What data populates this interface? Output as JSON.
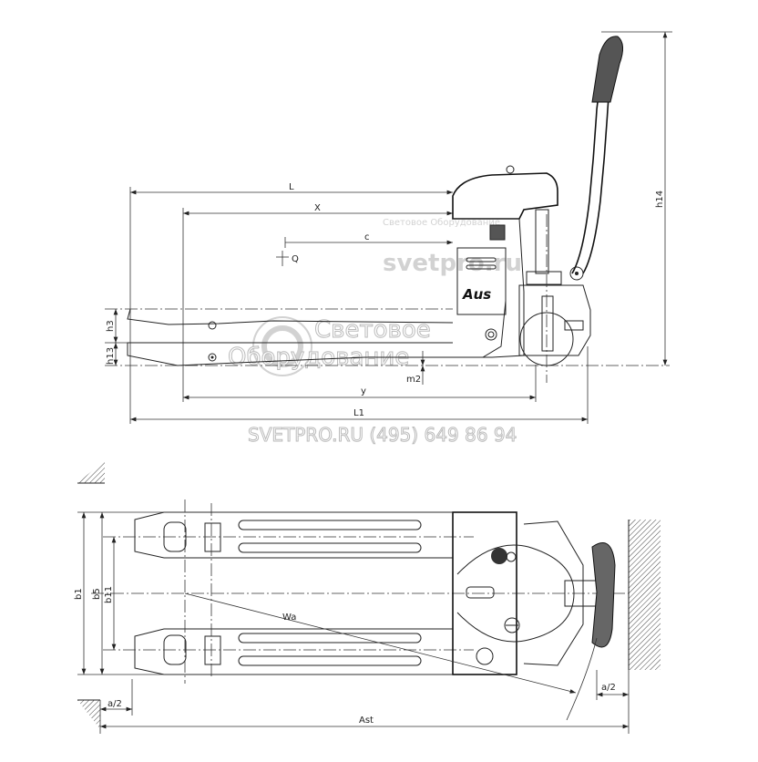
{
  "drawing": {
    "side_view": {
      "labels": {
        "L": "L",
        "X": "X",
        "c": "c",
        "Q": "Q",
        "h3": "h3",
        "h13": "h13",
        "m2": "m2",
        "y": "y",
        "L1": "L1",
        "h14": "h14"
      },
      "logo": "AUS"
    },
    "top_view": {
      "labels": {
        "b1": "b1",
        "b5": "b5",
        "b11": "b11",
        "Wa": "Wa",
        "a2_left": "a/2",
        "a2_right": "a/2",
        "Ast": "Ast"
      }
    },
    "watermark": {
      "line1": "Световое Оборудование",
      "line2": "svetpro.ru",
      "line3": "Световое",
      "line4": "Оборудование",
      "line5": "SVETPRO.RU   (495) 649 86 94"
    }
  }
}
